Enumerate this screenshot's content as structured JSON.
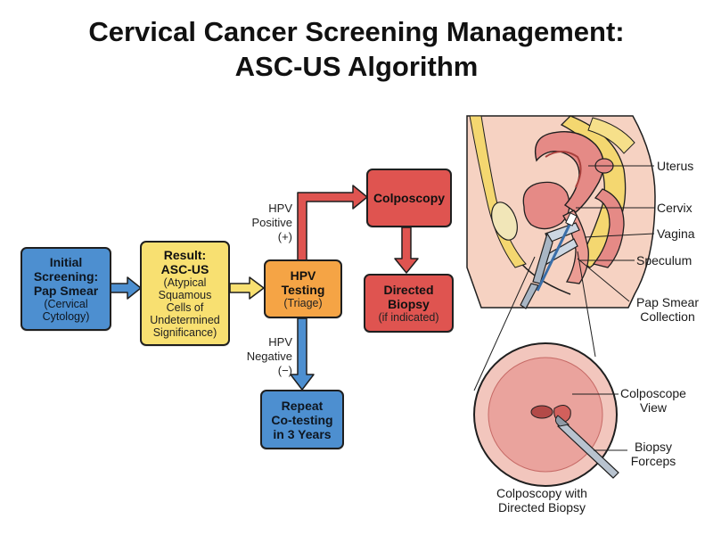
{
  "title": {
    "line1": "Cervical Cancer Screening Management:",
    "line2": "ASC-US Algorithm"
  },
  "flowchart": {
    "initial": {
      "bold1": "Initial",
      "bold2": "Screening:",
      "bold3": "Pap Smear",
      "note1": "(Cervical",
      "note2": "Cytology)"
    },
    "result": {
      "bold1": "Result:",
      "bold2": "ASC-US",
      "note1": "(Atypical",
      "note2": "Squamous",
      "note3": "Cells of",
      "note4": "Undetermined",
      "note5": "Significance)"
    },
    "hpv": {
      "bold1": "HPV",
      "bold2": "Testing",
      "note1": "(Triage)"
    },
    "colposcopy": {
      "bold1": "Colposcopy"
    },
    "biopsy": {
      "bold1": "Directed",
      "bold2": "Biopsy",
      "note1": "(if indicated)"
    },
    "repeat": {
      "bold1": "Repeat",
      "bold2": "Co-testing",
      "bold3": "in 3 Years"
    },
    "positive": {
      "line1": "HPV",
      "line2": "Positive",
      "line3": "(+)"
    },
    "negative": {
      "line1": "HPV",
      "line2": "Negative",
      "line3": "(−)"
    }
  },
  "anatomy": {
    "uterus": "Uterus",
    "cervix": "Cervix",
    "vagina": "Vagina",
    "speculum": "Speculum",
    "pap1": "Pap Smear",
    "pap2": "Collection",
    "colpo1": "Colposcope",
    "colpo2": "View",
    "forceps1": "Biopsy",
    "forceps2": "Forceps",
    "caption1": "Colposcopy with",
    "caption2": "Directed Biopsy"
  },
  "colors": {
    "blue": "#4d8fd0",
    "yellow": "#f8e071",
    "orange": "#f5a445",
    "red": "#df5450",
    "arrow_blue": "#4d8fd0",
    "arrow_yellow": "#f8e071",
    "arrow_red": "#df5450"
  }
}
